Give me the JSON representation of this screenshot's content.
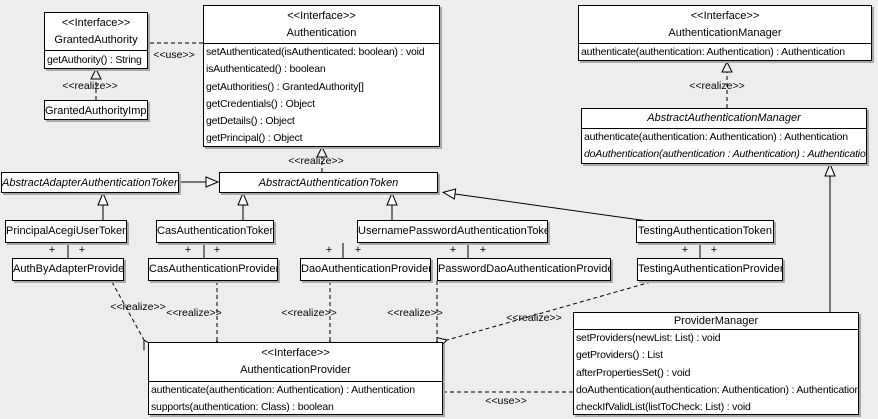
{
  "classes": {
    "granted_authority": {
      "stereotype": "<<Interface>>",
      "name": "GrantedAuthority",
      "methods": [
        "getAuthority() : String"
      ]
    },
    "granted_authority_impl": {
      "name": "GrantedAuthorityImpl"
    },
    "authentication": {
      "stereotype": "<<Interface>>",
      "name": "Authentication",
      "methods": [
        "setAuthenticated(isAuthenticated: boolean) : void",
        "isAuthenticated() : boolean",
        "getAuthorities() : GrantedAuthority[]",
        "getCredentials() : Object",
        "getDetails() : Object",
        "getPrincipal() : Object"
      ]
    },
    "authentication_manager": {
      "stereotype": "<<Interface>>",
      "name": "AuthenticationManager",
      "methods": [
        "authenticate(authentication: Authentication) : Authentication"
      ]
    },
    "abstract_authentication_manager": {
      "name": "AbstractAuthenticationManager",
      "methods": [
        "authenticate(authentication: Authentication) : Authentication",
        "doAuthentication(authentication : Authentication) : Authentication"
      ]
    },
    "abstract_adapter_authentication_token": {
      "name": "AbstractAdapterAuthenticationToken"
    },
    "abstract_authentication_token": {
      "name": "AbstractAuthenticationToken"
    },
    "principal_acegi_user_token": {
      "name": "PrincipalAcegiUserToken"
    },
    "cas_authentication_token": {
      "name": "CasAuthenticationToken"
    },
    "username_password_authentication_token": {
      "name": "UsernamePasswordAuthenticationToken"
    },
    "testing_authentication_token": {
      "name": "TestingAuthenticationToken"
    },
    "auth_by_adapter_provider": {
      "name": "AuthByAdapterProvider"
    },
    "cas_authentication_provider": {
      "name": "CasAuthenticationProvider"
    },
    "dao_authentication_provider": {
      "name": "DaoAuthenticationProvider"
    },
    "password_dao_authentication_provider": {
      "name": "PasswordDaoAuthenticationProvider"
    },
    "testing_authentication_provider": {
      "name": "TestingAuthenticationProvider"
    },
    "authentication_provider": {
      "stereotype": "<<Interface>>",
      "name": "AuthenticationProvider",
      "methods": [
        "authenticate(authentication: Authentication) : Authentication",
        "supports(authentication: Class) : boolean"
      ]
    },
    "provider_manager": {
      "name": "ProviderManager",
      "methods": [
        "setProviders(newList: List) : void",
        "getProviders() : List",
        "afterPropertiesSet() : void",
        "doAuthentication(authentication: Authentication) : Authentication",
        "checkIfValidList(listToCheck: List) : void"
      ]
    }
  },
  "edge_labels": {
    "use": "<<use>>",
    "realize": "<<realize>>",
    "plus": "+"
  },
  "colors": {
    "background": "#ededed",
    "box_fill": "#ffffff",
    "line": "#000000",
    "shadow": "#a9a9a9"
  }
}
